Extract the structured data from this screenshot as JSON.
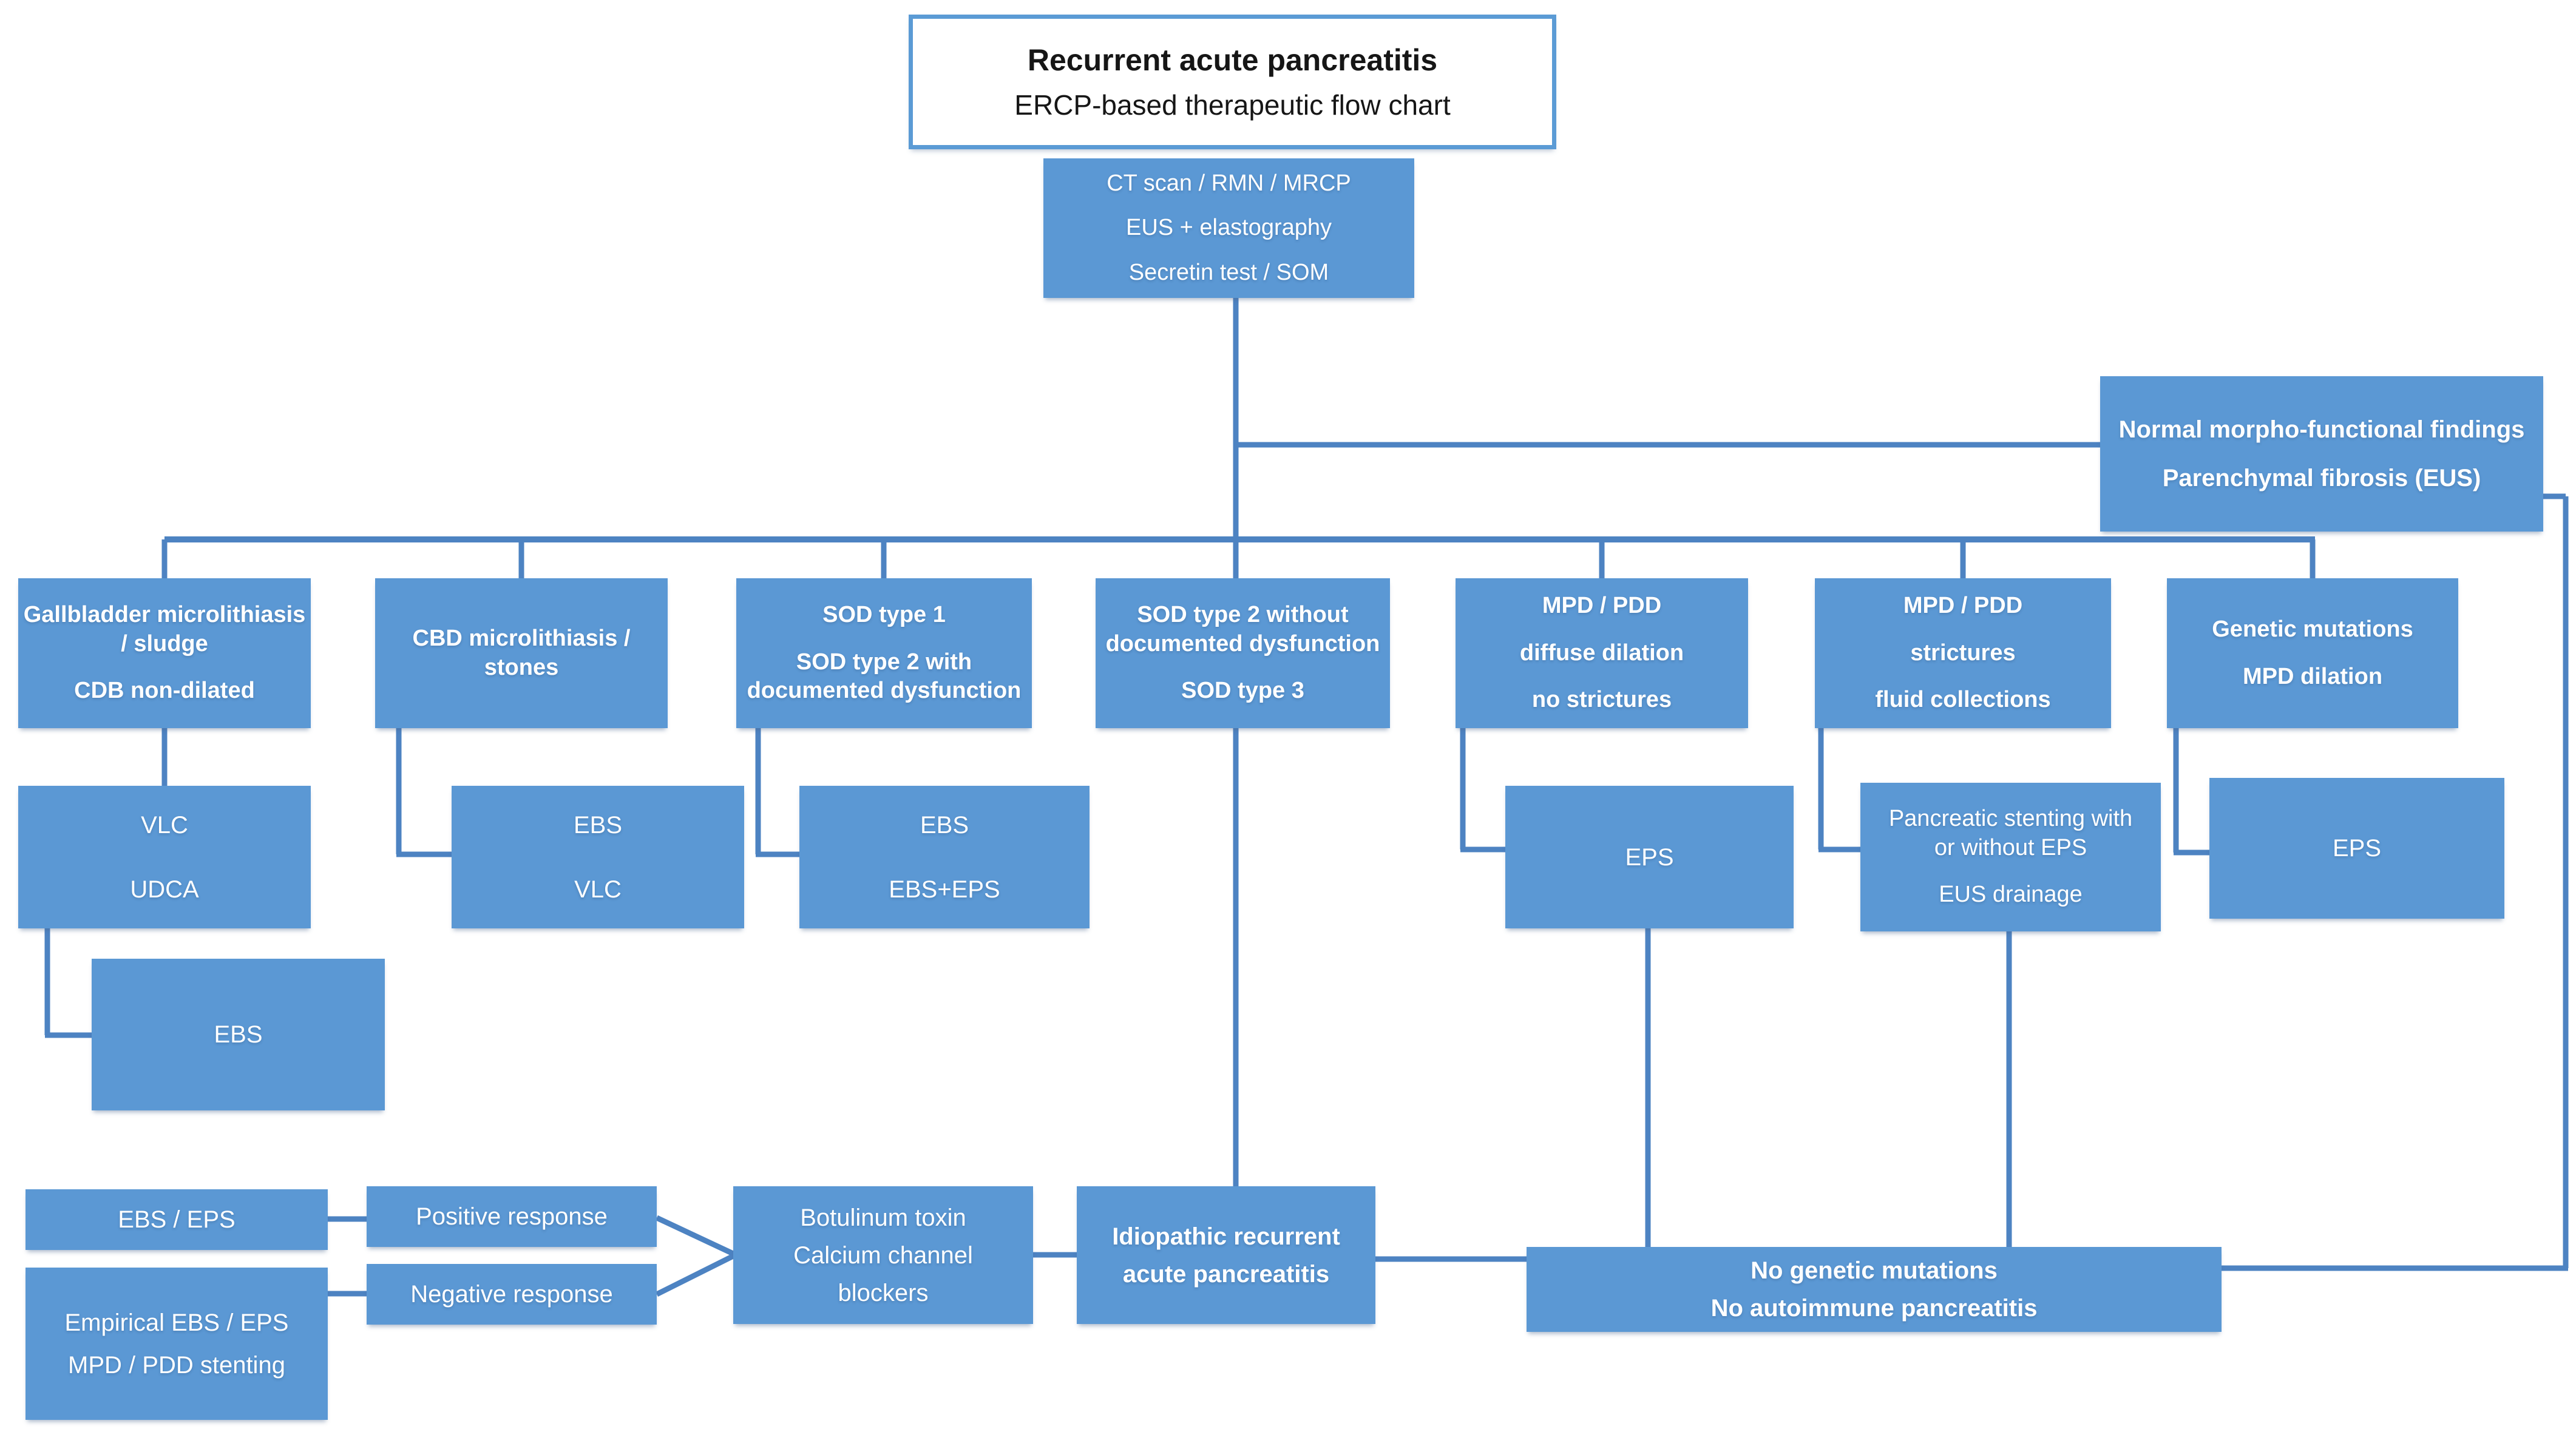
{
  "palette": {
    "box_fill": "#5b98d4",
    "connector_line": "#4d83c2",
    "title_border": "#5b9bd5",
    "title_text": "#161616",
    "box_text": "#ffffff"
  },
  "title": {
    "line1": "Recurrent acute pancreatitis",
    "line2": "ERCP-based therapeutic flow chart"
  },
  "boxes": {
    "diagnostics": {
      "lines": [
        "CT scan / RMN / MRCP",
        "EUS + elastography",
        "Secretin test / SOM"
      ]
    },
    "normal_findings": {
      "lines": [
        "Normal morpho-functional findings",
        "Parenchymal fibrosis (EUS)"
      ]
    },
    "gallbladder": {
      "lines": [
        "Gallbladder microlithiasis",
        "/ sludge",
        "CDB non-dilated"
      ]
    },
    "cbd": {
      "lines": [
        "CBD microlithiasis /",
        "stones"
      ]
    },
    "sod_documented": {
      "lines": [
        "SOD type 1",
        "SOD type 2 with",
        "documented dysfunction"
      ]
    },
    "sod_undocumented": {
      "lines": [
        "SOD type 2 without",
        "documented dysfunction",
        "SOD type 3"
      ]
    },
    "mpd_diffuse": {
      "lines": [
        "MPD / PDD",
        "diffuse dilation",
        "no strictures"
      ]
    },
    "mpd_strictures": {
      "lines": [
        "MPD / PDD",
        "strictures",
        "fluid collections"
      ]
    },
    "genetic": {
      "lines": [
        "Genetic mutations",
        "MPD dilation"
      ]
    },
    "vlc_udca": {
      "lines": [
        "VLC",
        "UDCA"
      ]
    },
    "ebs_vlc": {
      "lines": [
        "EBS",
        "VLC"
      ]
    },
    "ebs_ebseps": {
      "lines": [
        "EBS",
        "EBS+EPS"
      ]
    },
    "eps_mid": {
      "lines": [
        "EPS"
      ]
    },
    "stenting": {
      "lines": [
        "Pancreatic stenting with",
        "or without EPS",
        "EUS drainage"
      ]
    },
    "eps_right": {
      "lines": [
        "EPS"
      ]
    },
    "ebs_single": {
      "lines": [
        "EBS"
      ]
    },
    "ebs_eps": {
      "lines": [
        "EBS / EPS"
      ]
    },
    "empirical": {
      "lines": [
        "Empirical EBS / EPS",
        "MPD / PDD stenting"
      ]
    },
    "positive": {
      "lines": [
        "Positive response"
      ]
    },
    "negative": {
      "lines": [
        "Negative response"
      ]
    },
    "botulinum": {
      "lines": [
        "Botulinum toxin",
        "Calcium channel",
        "blockers"
      ]
    },
    "idiopathic": {
      "lines": [
        "Idiopathic recurrent",
        "acute pancreatitis"
      ]
    },
    "no_genetic": {
      "lines": [
        "No genetic mutations",
        "No autoimmune pancreatitis"
      ]
    }
  }
}
